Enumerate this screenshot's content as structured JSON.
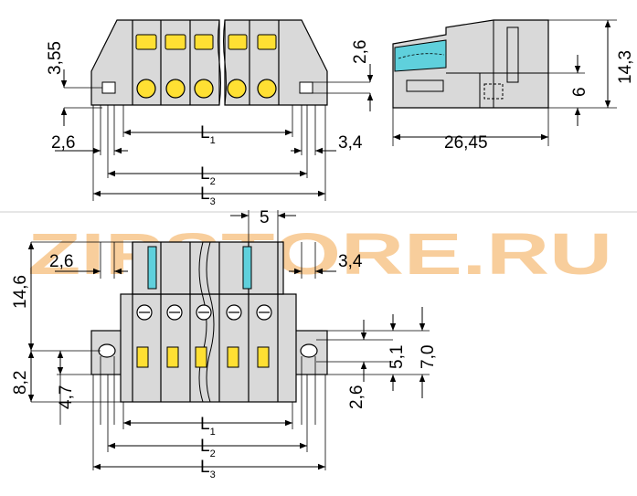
{
  "watermark": {
    "text": "ZIPSTORE.RU",
    "color": "#f2a54a"
  },
  "colors": {
    "housing": "#d9d9d9",
    "outline": "#000000",
    "latch": "#5fd0dc",
    "contact": "#ffe033"
  },
  "top_view": {
    "dim_left_height": "3,55",
    "dim_right_height": "2,6",
    "dim_left_offset": "2,6",
    "dim_right_offset": "3,4",
    "L": "L",
    "sub1": "1",
    "sub2": "2",
    "sub3": "3"
  },
  "side_view": {
    "dim_length": "26,45",
    "dim_height_total": "14,3",
    "dim_height_base": "6"
  },
  "front_view": {
    "dim_pitch": "5",
    "dim_left_offset": "2,6",
    "dim_right_offset": "3,4",
    "dim_height_left": "14,6",
    "dim_flange_left": "8,2",
    "dim_flange_inner": "4,7",
    "dim_right_a": "5,1",
    "dim_right_b": "7,0",
    "dim_right_c": "2,6",
    "L": "L",
    "sub1": "1",
    "sub2": "2",
    "sub3": "3"
  }
}
